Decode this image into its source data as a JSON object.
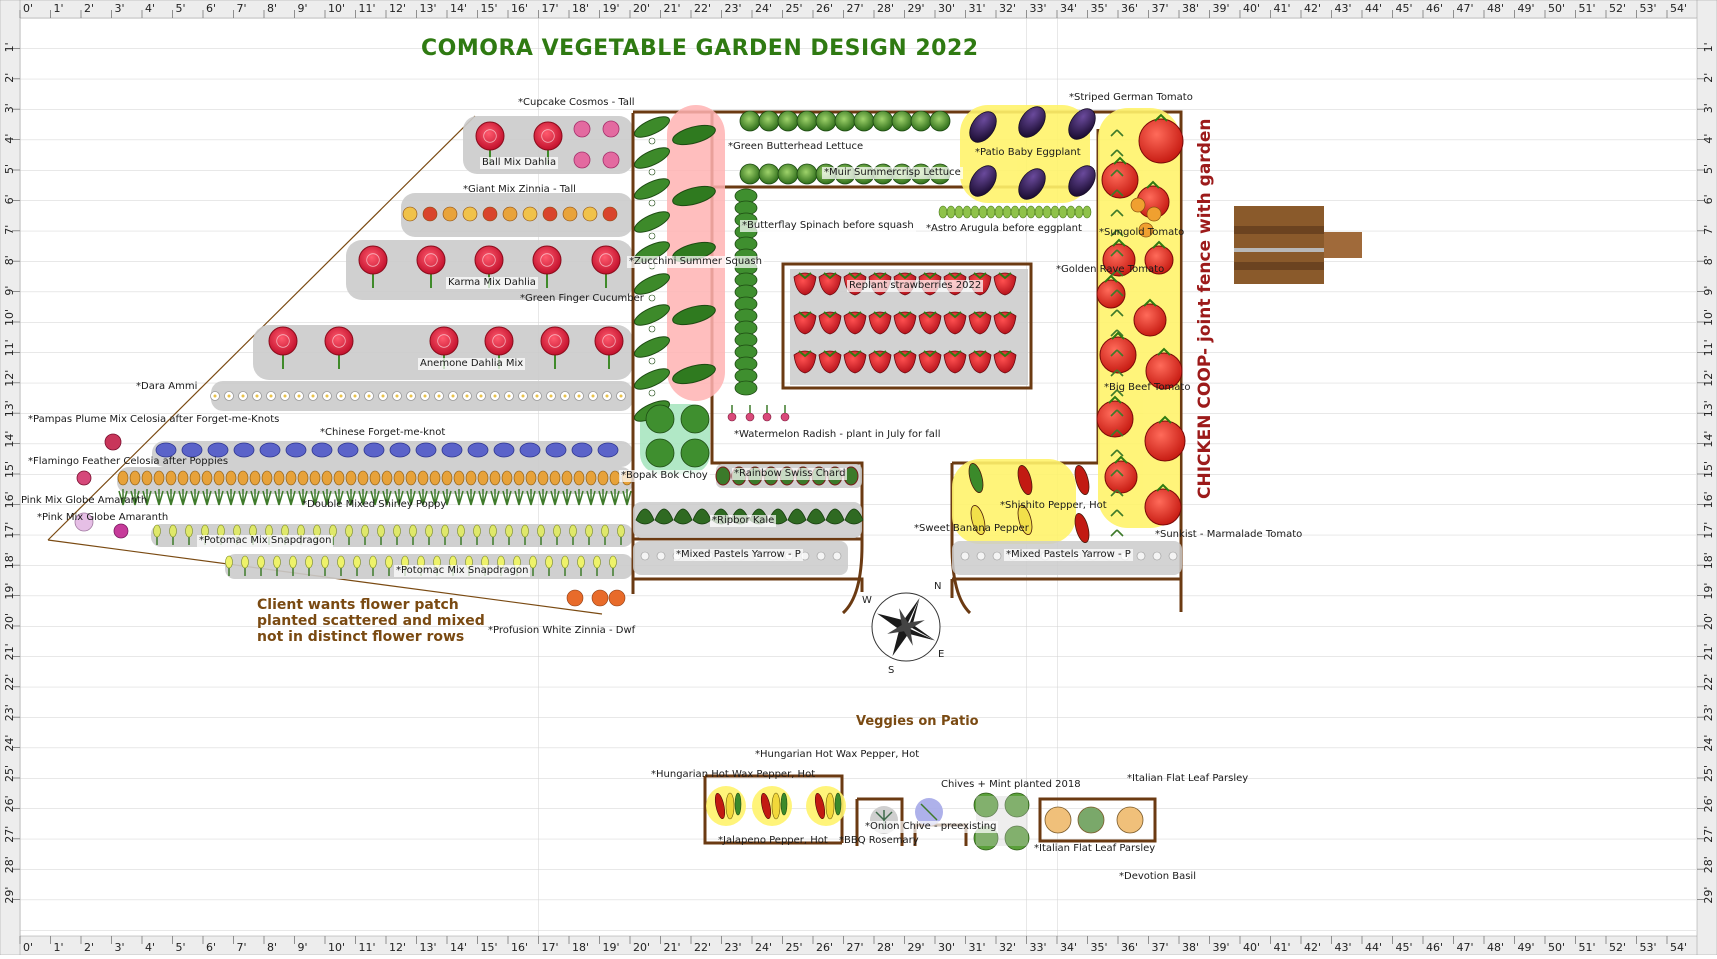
{
  "title": "COMORA VEGETABLE GARDEN DESIGN 2022",
  "ruler": {
    "feet": [
      "0'",
      "1'",
      "2'",
      "3'",
      "4'",
      "5'",
      "6'",
      "7'",
      "8'",
      "9'",
      "10'",
      "11'",
      "12'",
      "13'",
      "14'",
      "15'",
      "16'",
      "17'",
      "18'",
      "19'",
      "20'",
      "21'",
      "22'",
      "23'",
      "24'",
      "25'",
      "26'",
      "27'",
      "28'",
      "29'",
      "30'",
      "31'",
      "32'",
      "33'",
      "34'",
      "35'",
      "36'",
      "37'",
      "38'",
      "39'",
      "40'",
      "41'",
      "42'",
      "43'",
      "44'",
      "45'",
      "46'",
      "47'",
      "48'",
      "49'",
      "50'",
      "51'",
      "52'",
      "53'",
      "54'"
    ],
    "vertical_feet": [
      "1'",
      "2'",
      "3'",
      "4'",
      "5'",
      "6'",
      "7'",
      "8'",
      "9'",
      "10'",
      "11'",
      "12'",
      "13'",
      "14'",
      "15'",
      "16'",
      "17'",
      "18'",
      "19'",
      "20'",
      "21'",
      "22'",
      "23'",
      "24'",
      "25'",
      "26'",
      "27'",
      "28'",
      "29'"
    ]
  },
  "labels": {
    "cupcake_cosmos": "*Cupcake Cosmos - Tall",
    "ball_mix_dahlia": "Ball Mix Dahlia",
    "giant_mix_zinnia": "*Giant Mix Zinnia - Tall",
    "karma_mix_dahlia": "Karma Mix Dahlia",
    "green_finger_cucumber": "*Green Finger Cucumber",
    "anemone_dahlia": "Anemone Dahlia Mix",
    "dara_ammi": "*Dara Ammi",
    "pampas_plume": "*Pampas Plume Mix Celosia after Forget-me-Knots",
    "chinese_forget": "*Chinese Forget-me-knot",
    "flamingo_feather": "*Flamingo Feather Celosia after Poppies",
    "pink_globe_1": "Pink Mix Globe Amaranth",
    "pink_globe_2": "*Pink Mix Globe Amaranth",
    "double_shirley": "*Double Mixed Shirley Poppy",
    "potomac_1": "*Potomac Mix Snapdragon",
    "potomac_2": "*Potomac Mix Snapdragon",
    "profusion_zinnia": "*Profusion White Zinnia - Dwf",
    "zucchini": "*Zucchini Summer Squash",
    "green_butterhead": "*Green Butterhead Lettuce",
    "muir_lettuce": "*Muir Summercrisp Lettuce",
    "butterflay_spinach": "*Butterflay Spinach before squash",
    "patio_eggplant": "*Patio Baby Eggplant",
    "astro_arugula": "*Astro Arugula before eggplant",
    "striped_german": "*Striped German Tomato",
    "sungold": "*Sungold Tomato",
    "golden_rave": "*Golden Rave Tomato",
    "strawberries": "Replant strawberries 2022",
    "big_beef": "*Big Beef Tomato",
    "watermelon_radish": "*Watermelon Radish - plant in July for fall",
    "bopak": "*Bopak Bok Choy",
    "rainbow_chard": "*Rainbow Swiss Chard",
    "ripbor_kale": "*Ripbor Kale",
    "yarrow_1": "*Mixed Pastels Yarrow - P",
    "yarrow_2": "*Mixed Pastels Yarrow - P",
    "shishito": "*Shishito Pepper, Hot",
    "sweet_banana": "*Sweet Banana Pepper",
    "sunkist": "*Sunkist - Marmalade Tomato",
    "hungarian_top": "*Hungarian Hot Wax Pepper, Hot",
    "hungarian_box": "*Hungarian Hot Wax Pepper, Hot",
    "jalapeno": "*Jalapeno Pepper, Hot",
    "bbq_rosemary": "*BBQ Rosemary",
    "onion_chive": "*Onion Chive - preexisting",
    "chives_mint": "Chives + Mint planted 2018",
    "italian_parsley_top": "*Italian Flat Leaf Parsley",
    "italian_parsley_bottom": "*Italian Flat Leaf Parsley",
    "devotion_basil": "*Devotion Basil"
  },
  "coop_text": "CHICKEN COOP- joint fence with garden",
  "patio_heading": "Veggies on Patio",
  "client_note": [
    "Client wants flower patch",
    "planted scattered and mixed",
    "not in distinct flower rows"
  ],
  "compass": {
    "n": "N",
    "s": "S",
    "e": "E",
    "w": "W"
  },
  "colors": {
    "title": "#2f7a12",
    "bed_border": "#6b3a12",
    "grid": "#cfcfcf",
    "highlight_yellow": "#fff36b",
    "highlight_pink": "#ffb3b3",
    "highlight_green": "#a8e6c0",
    "row_gray": "#c9c9c9",
    "coop_text": "#9c1a1a"
  }
}
